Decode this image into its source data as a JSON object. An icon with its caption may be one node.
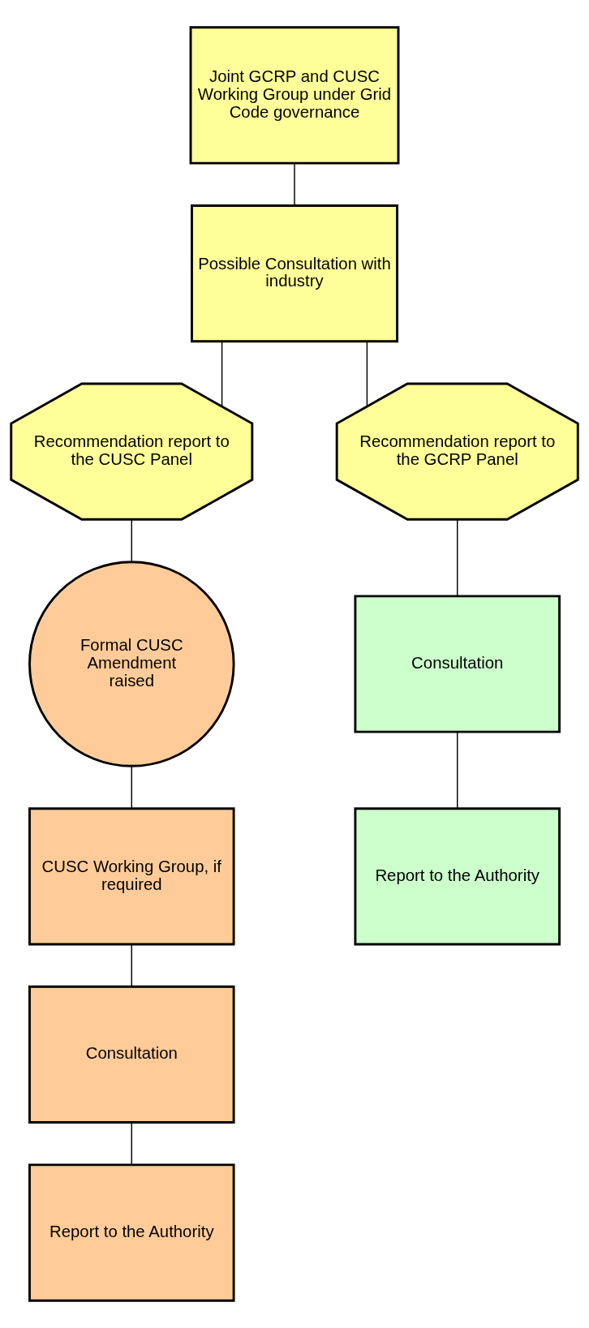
{
  "diagram": {
    "nodes": [
      {
        "text": [
          "Joint GCRP and CUSC Working Group under Grid Code governance"
        ]
      },
      {
        "text": [
          "Possible Consultation with industry"
        ]
      },
      {
        "text": [
          "Recommendation report to the CUSC Panel"
        ]
      },
      {
        "text": [
          "Recommendation report to the GCRP Panel"
        ]
      },
      {
        "text": [
          "Formal CUSC Amendment raised"
        ]
      },
      {
        "text": [
          "Consultation"
        ]
      },
      {
        "text": [
          "CUSC Working Group, if required"
        ]
      },
      {
        "text": [
          "Report to the Authority"
        ]
      },
      {
        "text": [
          "Consultation"
        ]
      },
      {
        "text": [
          "Report to the Authority"
        ]
      }
    ],
    "edges": [
      {
        "from": 0,
        "to": 1,
        "arrow": "none"
      },
      {
        "from": 1,
        "to": 2,
        "arrow": "none"
      },
      {
        "from": 1,
        "to": 3,
        "arrow": "none"
      },
      {
        "from": 2,
        "to": 4,
        "arrow": "none"
      },
      {
        "from": 3,
        "to": 5,
        "arrow": "none"
      },
      {
        "from": 4,
        "to": 6,
        "arrow": "none"
      },
      {
        "from": 5,
        "to": 7,
        "arrow": "none"
      },
      {
        "from": 6,
        "to": 8,
        "arrow": "none"
      },
      {
        "from": 8,
        "to": 9,
        "arrow": "none"
      }
    ]
  }
}
